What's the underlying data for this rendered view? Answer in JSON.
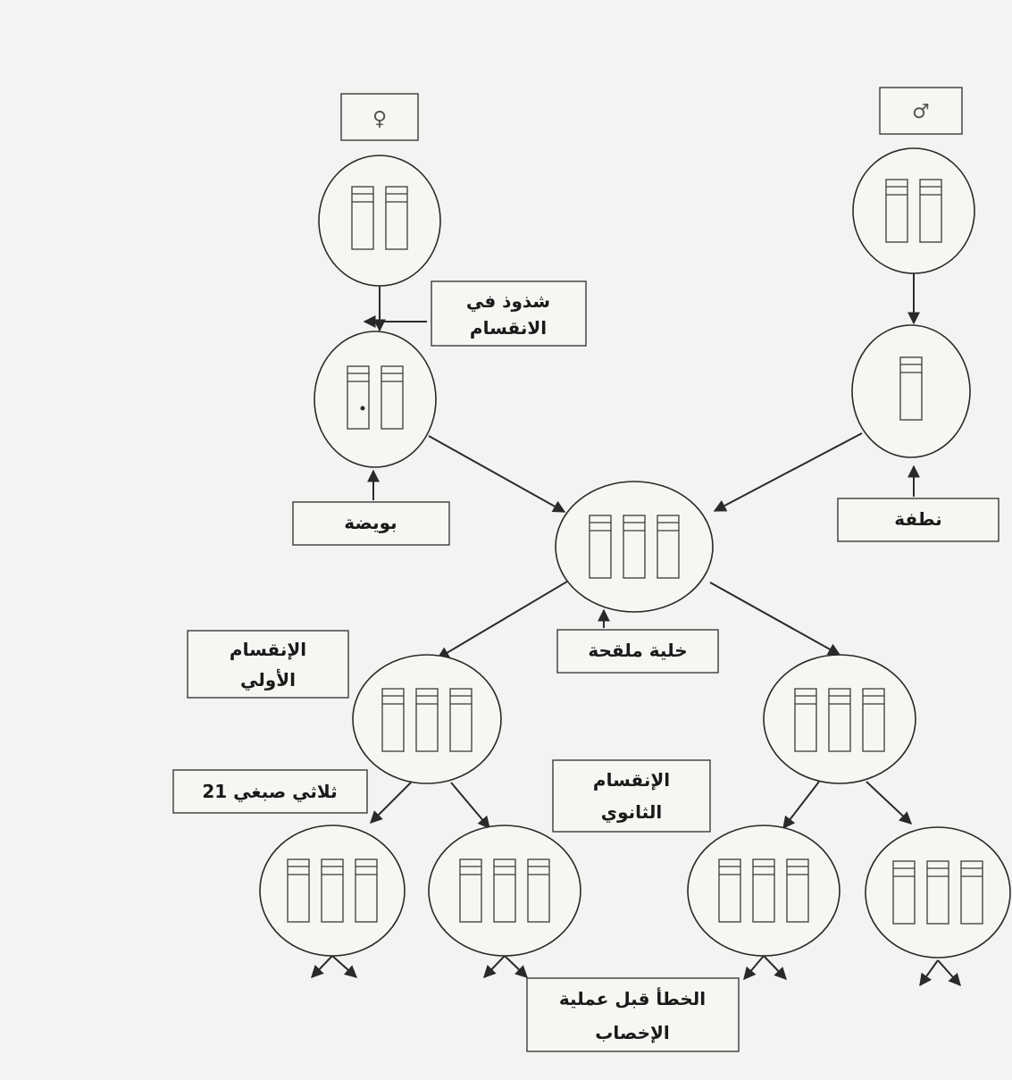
{
  "labels": {
    "female_symbol": "♀",
    "male_symbol": "♂",
    "division_abnormality_line1": "شذوذ في",
    "division_abnormality_line2": "الانقسام",
    "egg": "بويضة",
    "sperm": "نطفة",
    "fertilized_cell": "خلية ملقحة",
    "first_division_line1": "الإنقسام",
    "first_division_line2": "الأولي",
    "second_division_line1": "الإنقسام",
    "second_division_line2": "الثانوي",
    "trisomy": "ثلاثي صبغي 21",
    "error_line1": "الخطأ قبل عملية",
    "error_line2": "الإخصاب"
  },
  "colors": {
    "background": "#f3f3f1",
    "stroke": "#2a2a2a",
    "text": "#1a1a1a"
  }
}
